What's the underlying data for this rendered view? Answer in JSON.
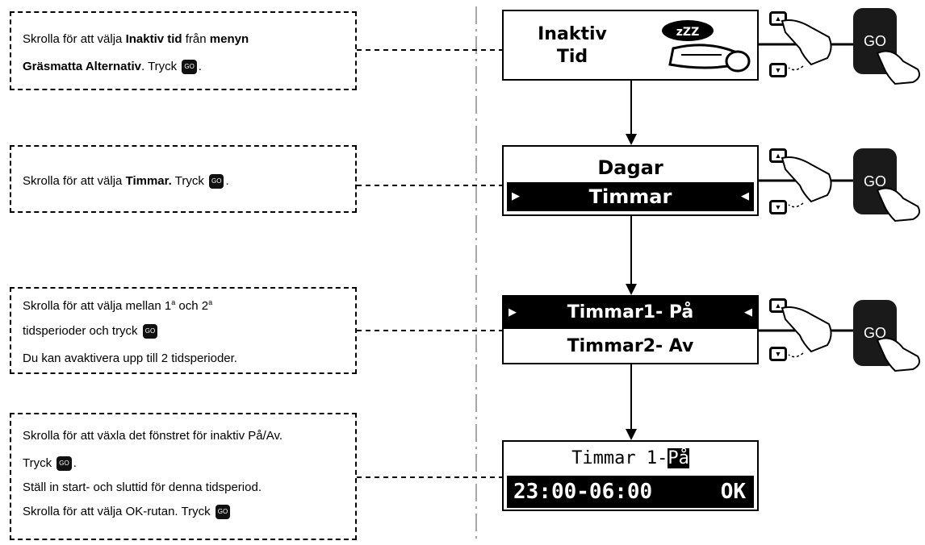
{
  "go_icon_label": "GO",
  "steps": [
    {
      "instruction": {
        "line1_pre": "Skrolla för att välja ",
        "line1_bold": "Inaktiv tid",
        "line1_post": " från ",
        "line1_bold2": "menyn",
        "line2_bold": "Gräsmatta Alternativ",
        "line2_post": ". Tryck ",
        "line2_end": "."
      },
      "screen": {
        "line1": "Inaktiv",
        "line2": "Tid",
        "sleep_label": "zZZ"
      }
    },
    {
      "instruction": {
        "line1_pre": "Skrolla för att välja ",
        "line1_bold": "Timmar.",
        "line1_post": " Tryck ",
        "line1_end": "."
      },
      "screen": {
        "line1": "Dagar",
        "line2": "Timmar"
      }
    },
    {
      "instruction": {
        "line1": "Skrolla för att välja mellan 1",
        "sup1": "a",
        "line1_mid": " och 2",
        "sup2": "a",
        "line2": "tidsperioder och tryck ",
        "line3": "Du kan avaktivera upp till 2 tidsperioder."
      },
      "screen": {
        "line1": "Timmar1- På",
        "line2": "Timmar2- Av"
      }
    },
    {
      "instruction": {
        "line1": "Skrolla för att växla det fönstret för inaktiv På/Av.",
        "line2": "Tryck ",
        "line2_end": ".",
        "line3": "Ställ in start- och sluttid för denna tidsperiod.",
        "line4": "Skrolla för att välja OK-rutan. Tryck "
      },
      "screen": {
        "line1_pre": "Timmar 1-",
        "line1_hl": "På",
        "time": "23:00-06:00",
        "ok": "OK"
      }
    }
  ]
}
